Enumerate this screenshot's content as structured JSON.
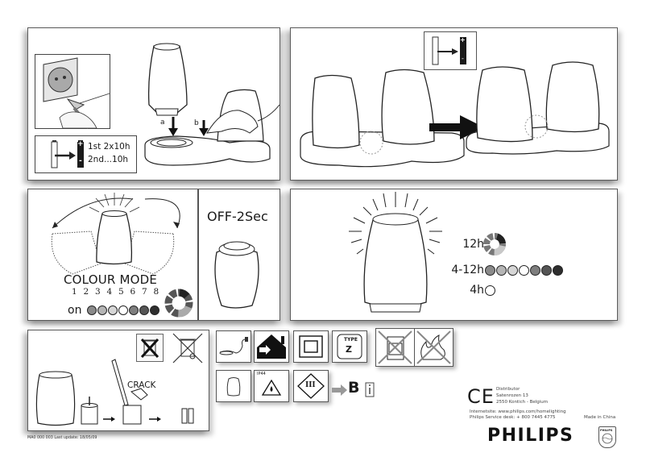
{
  "panel_install": {
    "label_a": "a",
    "label_b": "b",
    "charge_line1": "1st 2x10h",
    "charge_line2": "2nd...10h",
    "battery_plus": "+",
    "battery_minus": "-"
  },
  "panel_charging": {
    "battery_plus": "+",
    "battery_minus": "-"
  },
  "panel_colour": {
    "title": "COLOUR MODE",
    "numbers": [
      "1",
      "2",
      "3",
      "4",
      "5",
      "6",
      "7",
      "8"
    ],
    "on_label": "on",
    "dot_colors": [
      "#8a8a8a",
      "#b5b5b5",
      "#d6d6d6",
      "#ffffff",
      "#7e7e7e",
      "#555555",
      "#2e2e2e"
    ]
  },
  "panel_off": {
    "title": "OFF-2Sec"
  },
  "panel_runtime": {
    "rows": [
      {
        "label": "12h",
        "type": "wheel"
      },
      {
        "label": "4-12h",
        "type": "dots",
        "dot_colors": [
          "#8a8a8a",
          "#b5b5b5",
          "#d6d6d6",
          "#ffffff",
          "#7e7e7e",
          "#555555",
          "#2e2e2e"
        ]
      },
      {
        "label": "4h",
        "type": "empty-dot"
      }
    ]
  },
  "panel_disposal": {
    "crack_label": "CRACK"
  },
  "symbols": {
    "type_label": "TYPE",
    "type_letter": "Z",
    "ip_label": "IP44",
    "class_label": "III",
    "b_label": "B"
  },
  "distributor": {
    "ce_mark": "CE",
    "line1": "Distributor",
    "line2": "Satenrozen 13",
    "line3": "2550 Kontich - Belgium",
    "internet": "Internetsite: www.philips.com/homelighting",
    "service": "Philips Service desk: + 800 7445 4775",
    "made_in": "Made in China"
  },
  "brand": {
    "name": "PHILIPS",
    "shield_text": "PHILIPS"
  },
  "footer": {
    "code": "MA0 000 003 Last update: 18/05/09"
  },
  "colors": {
    "border": "#5a5a5a",
    "ink": "#1a1a1a"
  }
}
